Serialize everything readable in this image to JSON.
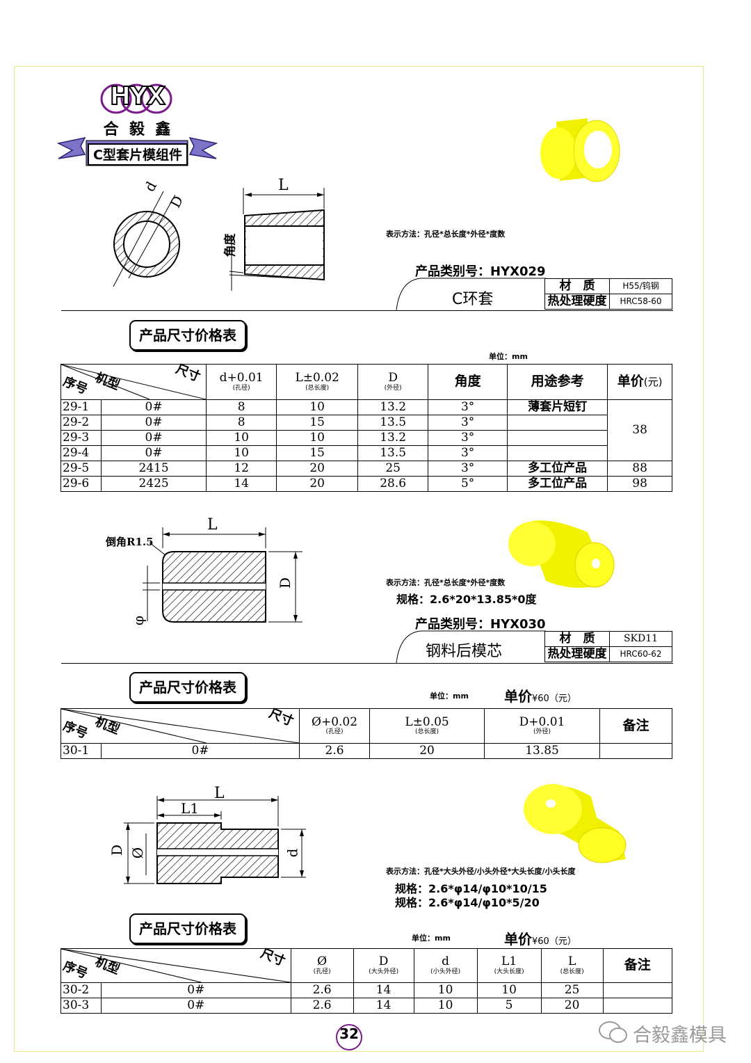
{
  "logo": {
    "letters": "HYX",
    "company": "合  毅  鑫",
    "banner": "C型套片模组件"
  },
  "watermark": "合毅鑫模具",
  "page_number": "32",
  "section1": {
    "dim_labels": {
      "d": "d",
      "D": "D",
      "L": "L",
      "angle": "角度"
    },
    "notation": "表示方法：孔径*总长度*外径*度数",
    "category": "产品类别号：HYX029",
    "product_name": "C环套",
    "material_label": "材　质",
    "material_value": "H55/钨钢",
    "heat_label": "热处理硬度",
    "heat_value": "HRC58-60",
    "table_title": "产品尺寸价格表",
    "unit": "单位：mm",
    "corner": {
      "size": "尺寸",
      "model": "机型",
      "seq": "序号"
    },
    "headers": [
      {
        "main": "d+0.01",
        "sub": "(孔径)"
      },
      {
        "main": "L±0.02",
        "sub": "(总长度)"
      },
      {
        "main": "D",
        "sub": "(外径)"
      },
      {
        "main": "角度",
        "sub": ""
      },
      {
        "main": "用途参考",
        "sub": ""
      },
      {
        "main": "单价",
        "sub": "(元)"
      }
    ],
    "rows": [
      {
        "seq": "29-1",
        "model": "0#",
        "d": "8",
        "L": "10",
        "D": "13.2",
        "angle": "3°",
        "use": "薄套片短钉"
      },
      {
        "seq": "29-2",
        "model": "0#",
        "d": "8",
        "L": "15",
        "D": "13.5",
        "angle": "3°",
        "use": ""
      },
      {
        "seq": "29-3",
        "model": "0#",
        "d": "10",
        "L": "10",
        "D": "13.2",
        "angle": "3°",
        "use": ""
      },
      {
        "seq": "29-4",
        "model": "0#",
        "d": "10",
        "L": "15",
        "D": "13.5",
        "angle": "3°",
        "use": ""
      },
      {
        "seq": "29-5",
        "model": "2415",
        "d": "12",
        "L": "20",
        "D": "25",
        "angle": "3°",
        "use": "多工位产品",
        "price": "88"
      },
      {
        "seq": "29-6",
        "model": "2425",
        "d": "14",
        "L": "20",
        "D": "28.6",
        "angle": "5°",
        "use": "多工位产品",
        "price": "98"
      }
    ],
    "merged_price": "38"
  },
  "section2": {
    "dim_labels": {
      "L": "L",
      "D": "D",
      "phi": "φ",
      "chamfer": "倒角R1.5"
    },
    "notation": "表示方法：孔径*总长度*外径*度数",
    "spec": "规格：2.6*20*13.85*0度",
    "category": "产品类别号：HYX030",
    "product_name": "钢料后模芯",
    "material_label": "材　质",
    "material_value": "SKD11",
    "heat_label": "热处理硬度",
    "heat_value": "HRC60-62",
    "table_title": "产品尺寸价格表",
    "unit": "单位：mm",
    "price_label": "单价",
    "price_value": "¥60（元）",
    "corner": {
      "size": "尺寸",
      "model": "机型",
      "seq": "序号"
    },
    "headers": [
      {
        "main": "Ø+0.02",
        "sub": "(孔径)"
      },
      {
        "main": "L±0.05",
        "sub": "(总长度)"
      },
      {
        "main": "D+0.01",
        "sub": "(外径)"
      },
      {
        "main": "备注",
        "sub": ""
      }
    ],
    "rows": [
      {
        "seq": "30-1",
        "model": "0#",
        "phi": "2.6",
        "L": "20",
        "D": "13.85",
        "note": ""
      }
    ]
  },
  "section3": {
    "dim_labels": {
      "L": "L",
      "L1": "L1",
      "D": "D",
      "phi": "Ø",
      "d": "d"
    },
    "notation": "表示方法：孔径*大头外径/小头外径*大头长度/小头长度",
    "spec1": "规格：2.6*φ14/φ10*10/15",
    "spec2": "规格：2.6*φ14/φ10*5/20",
    "table_title": "产品尺寸价格表",
    "unit": "单位：mm",
    "price_label": "单价",
    "price_value": "¥60（元）",
    "corner": {
      "size": "尺寸",
      "model": "机型",
      "seq": "序号"
    },
    "headers": [
      {
        "main": "Ø",
        "sub": "(孔径)"
      },
      {
        "main": "D",
        "sub": "(大头外径)"
      },
      {
        "main": "d",
        "sub": "(小头外径)"
      },
      {
        "main": "L1",
        "sub": "(大头长度)"
      },
      {
        "main": "L",
        "sub": "(总长度)"
      },
      {
        "main": "备注",
        "sub": ""
      }
    ],
    "rows": [
      {
        "seq": "30-2",
        "model": "0#",
        "phi": "2.6",
        "D": "14",
        "d": "10",
        "L1": "10",
        "L": "25",
        "note": ""
      },
      {
        "seq": "30-3",
        "model": "0#",
        "phi": "2.6",
        "D": "14",
        "d": "10",
        "L1": "5",
        "L": "20",
        "note": ""
      }
    ]
  },
  "colors": {
    "part_yellow": "#ffff22",
    "frame": "#e9e98a"
  }
}
